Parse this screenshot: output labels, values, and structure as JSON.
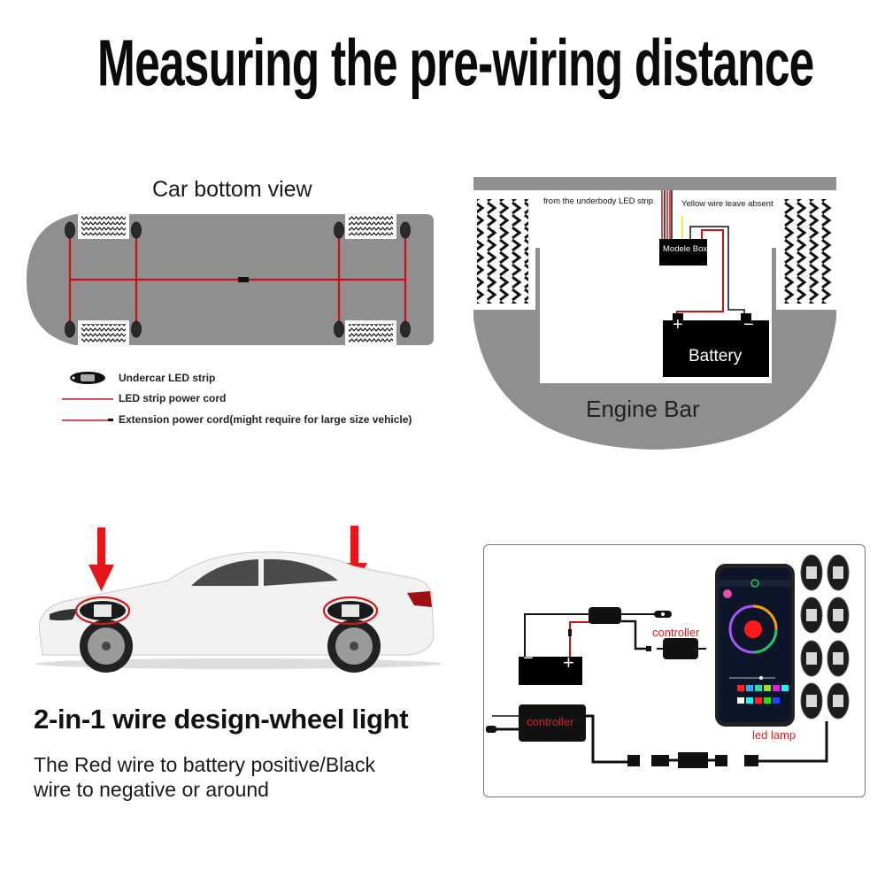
{
  "header": {
    "title": "Measuring the pre-wiring distance"
  },
  "bottom_view": {
    "title": "Car bottom view",
    "legend": [
      {
        "icon": "led-pod-icon",
        "label": "Undercar LED strip"
      },
      {
        "icon": "red-line-icon",
        "label": "LED strip power cord"
      },
      {
        "icon": "red-line-connector-icon",
        "label": "Extension power cord(might require for large size vehicle)"
      }
    ],
    "colors": {
      "body": "#8f8f8f",
      "wire": "#cc1111",
      "pod": "#2a2a2a"
    }
  },
  "engine_bay": {
    "strip_label": "from the underbody LED strip",
    "yellow_label": "Yellow wire leave absent",
    "module_label": "Modele Box",
    "battery_label": "Battery",
    "battery_plus": "+",
    "battery_minus": "−",
    "bar_label": "Engine Bar",
    "colors": {
      "bar": "#8f8f8f",
      "yellow": "#f2e600",
      "wire": "#cc1111"
    }
  },
  "side_view": {
    "heading": "2-in-1 wire design-wheel light",
    "description_line1": "The Red wire to battery positive/Black",
    "description_line2": "wire to negative or around",
    "arrow_color": "#e8161b"
  },
  "wiring_diagram": {
    "battery_minus": "−",
    "battery_plus": "+",
    "controller_label_top": "controller",
    "controller_label_box": "controller",
    "lamp_label": "led lamp",
    "phone": {
      "preset_colors": [
        "#ff2020",
        "#2aa8f0",
        "#20e0b0",
        "#9be020",
        "#e020e0",
        "#20f0f0"
      ],
      "custom_colors": [
        "#ffffff",
        "#20f0f0",
        "#ff2020",
        "#20e020",
        "#2040ff"
      ],
      "center_color": "#ff1a1a",
      "power_color": "#22c55e"
    },
    "lamp_count": 8
  }
}
